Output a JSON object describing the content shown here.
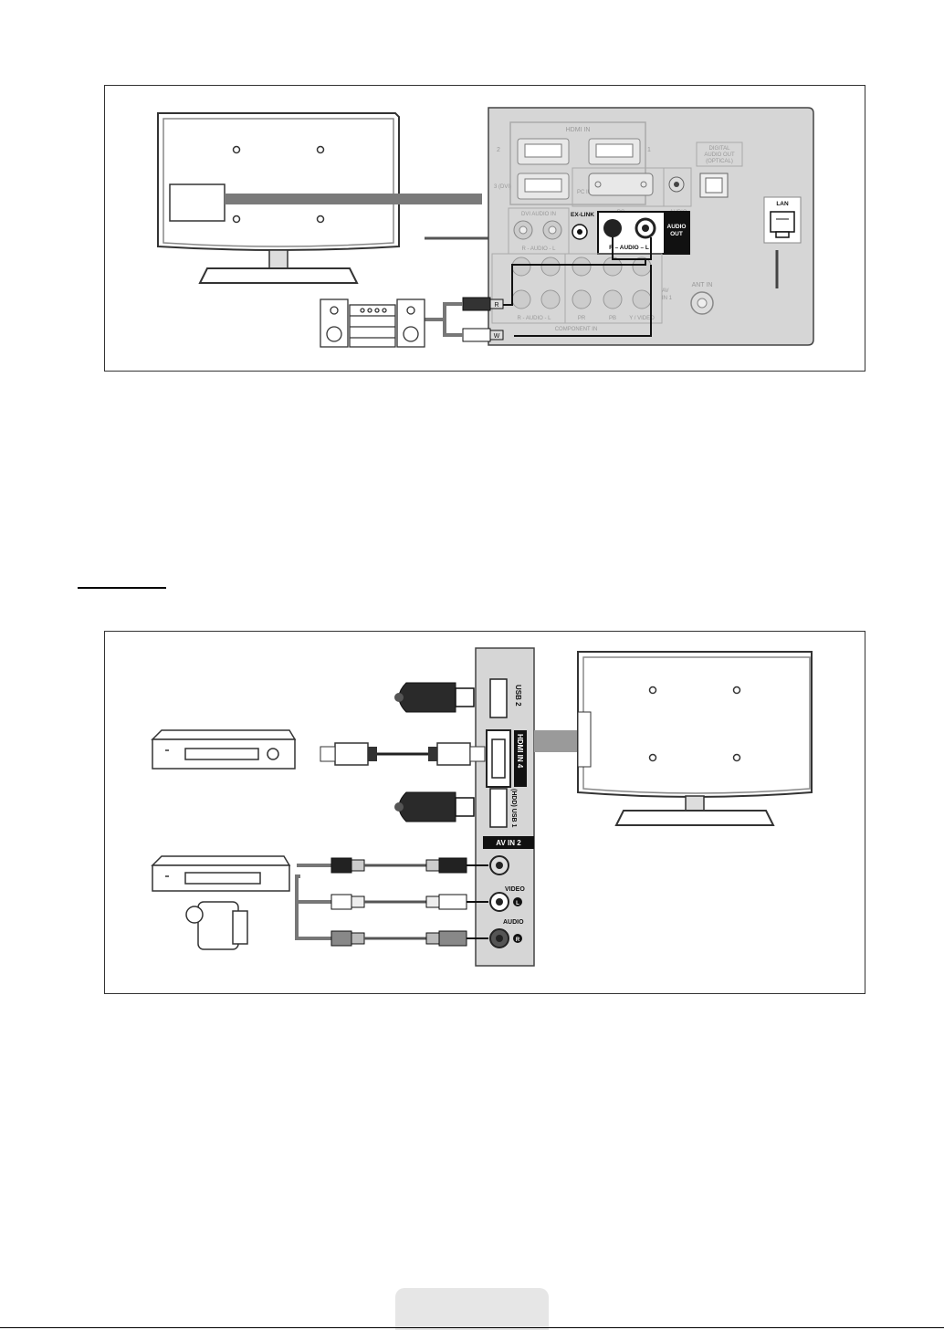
{
  "top_diagram": {
    "panel": {
      "hdmi_in": "HDMI IN",
      "port_2": "2",
      "port_1": "1",
      "port_3_dvi": "3 (DVI)",
      "pc_in": "PC IN",
      "pc": "PC",
      "audio": "AUDIO",
      "digital_audio_out": [
        "DIGITAL",
        "AUDIO OUT",
        "(OPTICAL)"
      ],
      "dvi_audio_in": "DVI AUDIO IN",
      "audio_r_l": "R - AUDIO - L",
      "ex_link": "EX-LINK",
      "audio_out": [
        "AUDIO",
        "OUT"
      ],
      "audio_out_rl": "R  –  AUDIO  –  L",
      "lan": "LAN",
      "ant_in": "ANT IN",
      "av_in_1": [
        "AV",
        "IN 1"
      ],
      "component_in": "COMPONENT IN",
      "component_labels": [
        "R - AUDIO - L",
        "PR",
        "PB",
        "Y / VIDEO"
      ],
      "plug_r": "R",
      "plug_w": "W"
    }
  },
  "bottom_diagram": {
    "side_panel": {
      "usb2": "USB 2",
      "hdmi_in_4": "HDMI IN 4",
      "usb1": "(HDD) USB 1",
      "av_in_2": "AV IN 2",
      "video": "VIDEO",
      "audio": "AUDIO",
      "l_badge": "L",
      "r_badge": "R"
    }
  },
  "colors": {
    "panel_gray": "#d6d6d6",
    "line_gray": "#7a7a7a",
    "dark": "#1a1a1a"
  }
}
